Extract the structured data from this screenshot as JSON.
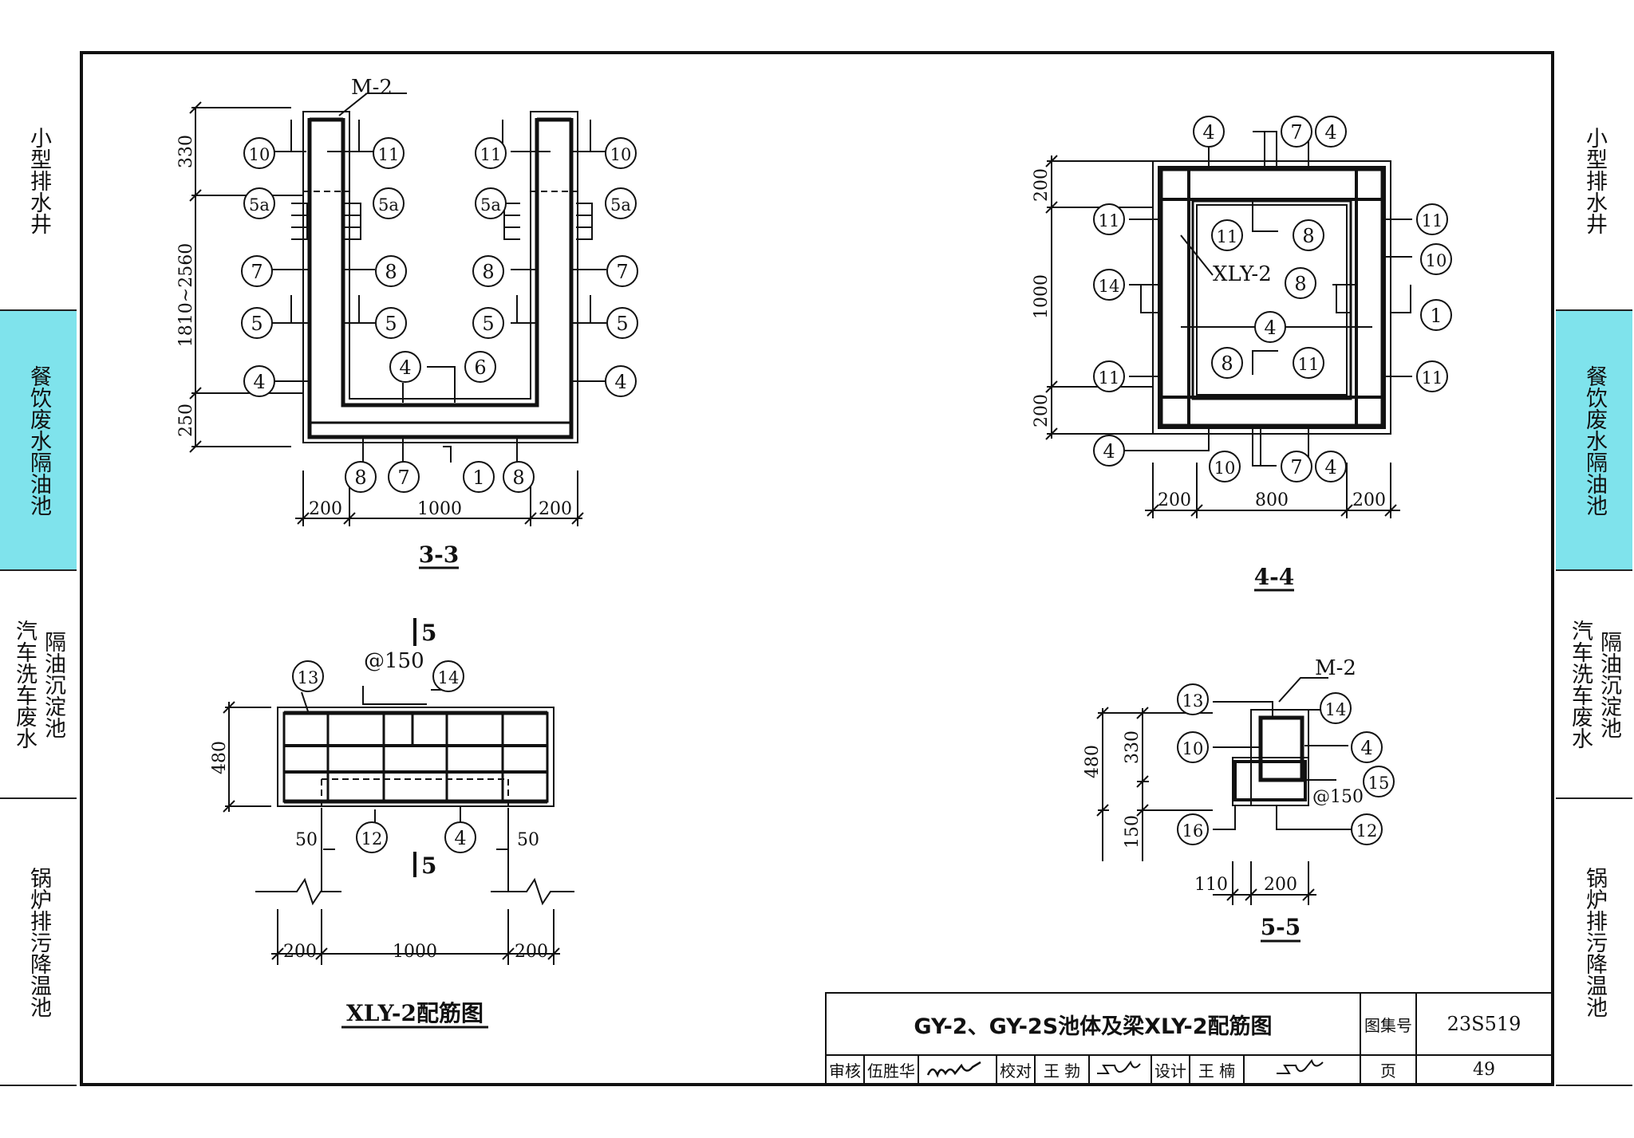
{
  "side_tabs": [
    {
      "cols": [
        "小型排水井"
      ],
      "active": false
    },
    {
      "cols": [
        "餐饮废水隔油池"
      ],
      "active": true
    },
    {
      "cols": [
        "隔油沉淀池",
        "汽车洗车废水"
      ],
      "active": false
    },
    {
      "cols": [
        "锅炉排污降温池"
      ],
      "active": false
    }
  ],
  "section_3_3": {
    "label": "3-3",
    "m_label": "M-2",
    "dims_v": [
      "330",
      "1810~2560",
      "250"
    ],
    "dims_h": [
      "200",
      "1000",
      "200"
    ],
    "marks": [
      "10",
      "11",
      "11",
      "10",
      "5a",
      "5a",
      "5a",
      "5a",
      "7",
      "8",
      "8",
      "7",
      "5",
      "5",
      "5",
      "5",
      "4",
      "4",
      "6",
      "4",
      "8",
      "7",
      "1",
      "8"
    ]
  },
  "section_4_4": {
    "label": "4-4",
    "beam_label": "XLY-2",
    "dims_v": [
      "200",
      "1000",
      "200"
    ],
    "dims_h": [
      "200",
      "800",
      "200"
    ],
    "marks": [
      "4",
      "7",
      "4",
      "11",
      "11",
      "8",
      "11",
      "10",
      "14",
      "8",
      "1",
      "4",
      "11",
      "8",
      "11",
      "11",
      "4",
      "10",
      "7",
      "4"
    ]
  },
  "xly2": {
    "label": "XLY-2配筋图",
    "cut_mark": "5",
    "spacing": "@150",
    "dims_v": [
      "480"
    ],
    "dims_h": [
      "200",
      "1000",
      "200"
    ],
    "bearing": [
      "50",
      "50"
    ],
    "marks": [
      "13",
      "14",
      "12",
      "4"
    ]
  },
  "section_5_5": {
    "label": "5-5",
    "m_label": "M-2",
    "spacing": "@150",
    "dims_v": [
      "480",
      "330",
      "150"
    ],
    "dims_h": [
      "110",
      "200"
    ],
    "marks": [
      "13",
      "14",
      "10",
      "4",
      "15",
      "16",
      "12"
    ]
  },
  "title_block": {
    "title": "GY-2、GY-2S池体及梁XLY-2配筋图",
    "atlas_label": "图集号",
    "atlas_no": "23S519",
    "review_label": "审核",
    "reviewer": "伍胜华",
    "check_label": "校对",
    "checker": "王 勃",
    "design_label": "设计",
    "designer": "王 楠",
    "page_label": "页",
    "page_no": "49"
  }
}
